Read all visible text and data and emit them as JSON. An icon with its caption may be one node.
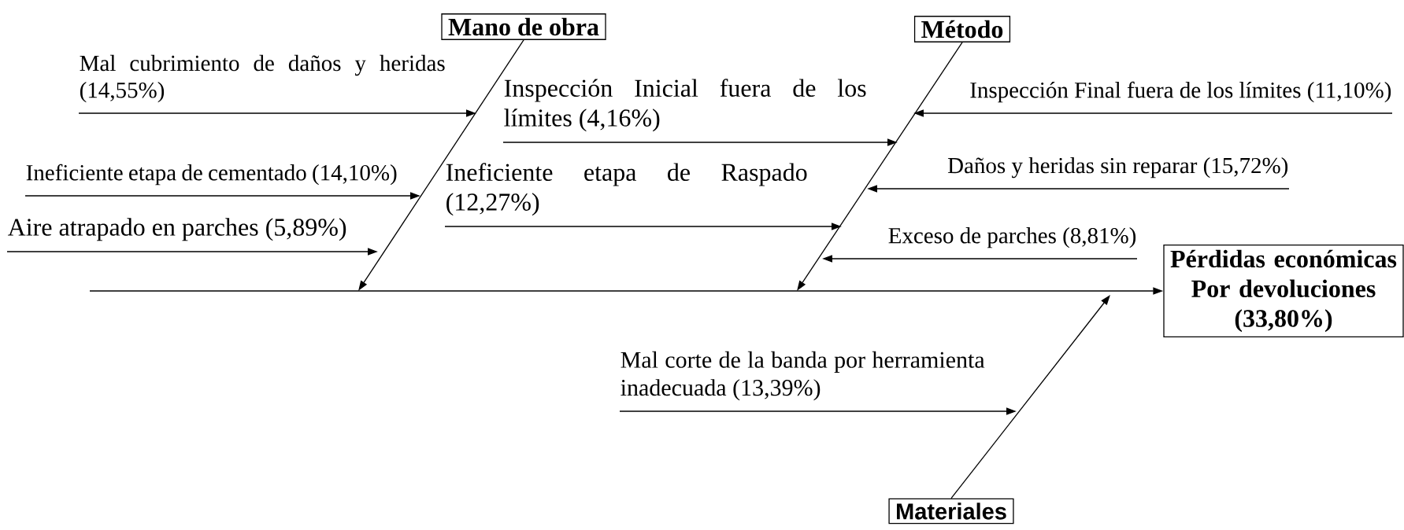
{
  "diagram": {
    "nodes": [
      {
        "text": [
          "Mano de obra"
        ]
      },
      {
        "text": [
          "Método"
        ]
      },
      {
        "text": [
          "Mal cubrimiento de daños y heridas (14,55%)"
        ]
      },
      {
        "text": [
          "Inspección Inicial fuera de los límites (4,16%)"
        ]
      },
      {
        "text": [
          "Inspección Final fuera de los límites (11,10%)"
        ]
      },
      {
        "text": [
          "Ineficiente etapa de cementado (14,10%)"
        ]
      },
      {
        "text": [
          "Daños y heridas sin reparar (15,72%)"
        ]
      },
      {
        "text": [
          "Ineficiente etapa de Raspado (12,27%)"
        ]
      },
      {
        "text": [
          "Aire atrapado en parches  (5,89%)"
        ]
      },
      {
        "text": [
          "Exceso de parches (8,81%)"
        ]
      },
      {
        "text": [
          "Pérdidas económicas Por devoluciones (33,80%)"
        ]
      },
      {
        "text": [
          "Mal corte de la banda por herramienta inadecuada (13,39%)"
        ]
      },
      {
        "text": [
          "Materiales"
        ]
      }
    ],
    "edges": [
      {
        "from": 0,
        "to": null,
        "arrow": "to"
      },
      {
        "from": 1,
        "to": null,
        "arrow": "to"
      },
      {
        "from": 12,
        "to": null,
        "arrow": "to"
      },
      {
        "from": null,
        "to": 10,
        "arrow": "to"
      },
      {
        "from": 2,
        "to": null,
        "arrow": "to"
      },
      {
        "from": 3,
        "to": null,
        "arrow": "to"
      },
      {
        "from": 4,
        "to": null,
        "arrow": "to"
      },
      {
        "from": 5,
        "to": null,
        "arrow": "to"
      },
      {
        "from": 6,
        "to": null,
        "arrow": "to"
      },
      {
        "from": 7,
        "to": null,
        "arrow": "to"
      },
      {
        "from": 8,
        "to": null,
        "arrow": "to"
      },
      {
        "from": 9,
        "to": null,
        "arrow": "to"
      },
      {
        "from": 11,
        "to": null,
        "arrow": "to"
      }
    ]
  }
}
